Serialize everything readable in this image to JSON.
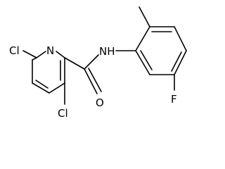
{
  "atoms": {
    "n_ring": "N",
    "cl_top": "Cl",
    "cl_bottom": "Cl",
    "nh": "NH",
    "o": "O",
    "f": "F"
  }
}
